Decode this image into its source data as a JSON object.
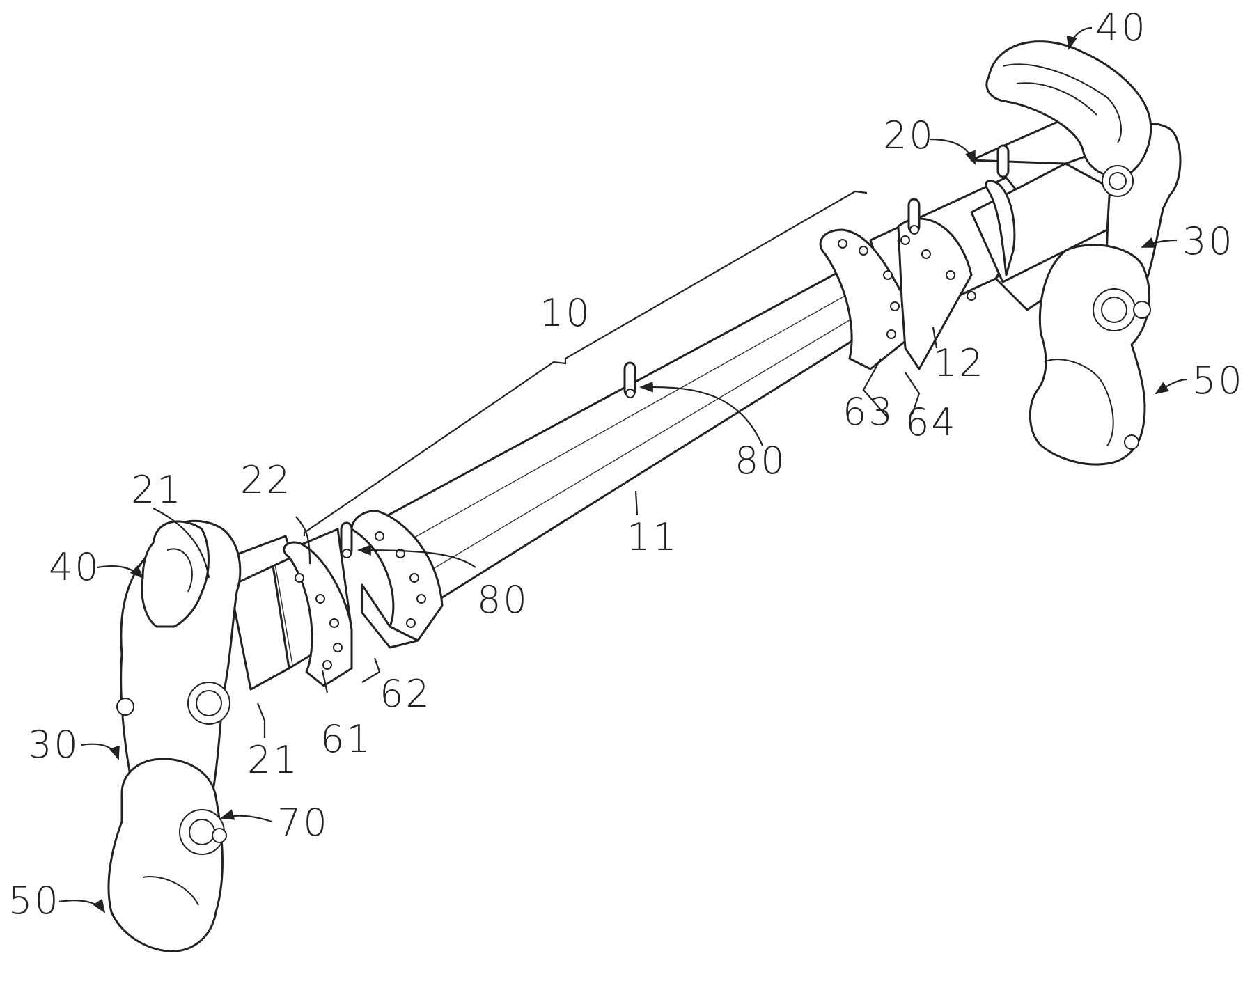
{
  "labels": {
    "l10": "10",
    "l11": "11",
    "l12": "12",
    "l20": "20",
    "l21a": "21",
    "l21b": "21",
    "l22": "22",
    "l30_left": "30",
    "l30_right": "30",
    "l40_left": "40",
    "l40_right": "40",
    "l50_left": "50",
    "l50_right": "50",
    "l61": "61",
    "l62": "62",
    "l63": "63",
    "l64": "64",
    "l70": "70",
    "l80_mid": "80",
    "l80_left": "80"
  }
}
